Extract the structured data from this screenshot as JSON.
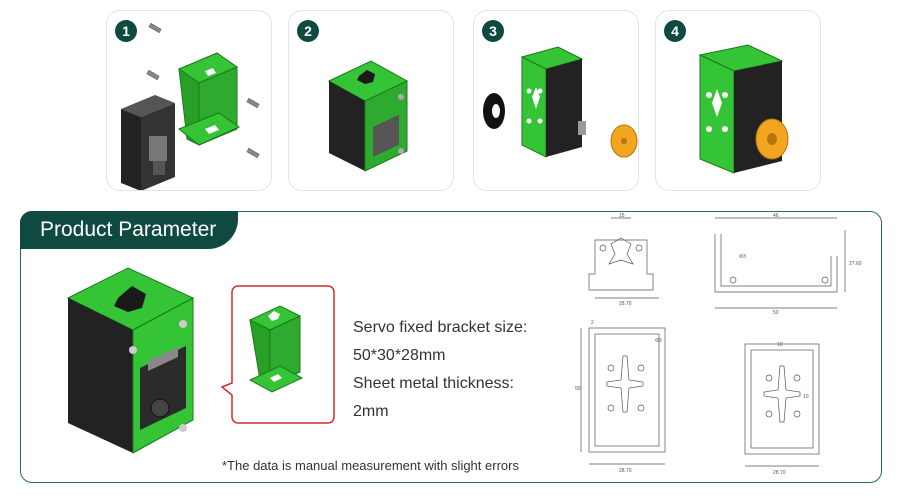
{
  "steps": [
    {
      "number": "1"
    },
    {
      "number": "2"
    },
    {
      "number": "3"
    },
    {
      "number": "4"
    }
  ],
  "section_title": "Product Parameter",
  "specs": {
    "bracket_size_label": "Servo fixed bracket size:",
    "bracket_size_value": "50*30*28mm",
    "thickness_label": "Sheet metal thickness:",
    "thickness_value": "2mm"
  },
  "note": "*The data is manual measurement with slight errors",
  "drawing_dims": {
    "front_top": "15",
    "front_bottom": "28.70",
    "side_top": "46",
    "side_bottom": "50",
    "side_right": "27.60",
    "side_hole": "Φ3",
    "plate_top": "2",
    "plate_left": "50",
    "plate_bottom": "28.70",
    "plate_hole": "Φ3",
    "plate2_top": "10",
    "plate2_right": "10",
    "plate2_bottom": "28.70"
  },
  "colors": {
    "accent_dark": "#0f4a40",
    "bracket_green": "#35c435",
    "servo_black": "#2a2a2a",
    "horn_orange": "#f2a51e",
    "callout_red": "#d62c2c"
  }
}
